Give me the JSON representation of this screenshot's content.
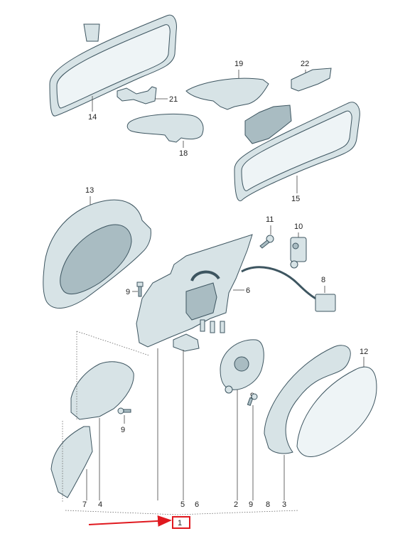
{
  "labels": {
    "p1": "1",
    "p2": "2",
    "p3": "3",
    "p4": "4",
    "p5": "5",
    "p6": "6",
    "p6b": "6",
    "p7": "7",
    "p8": "8",
    "p8b": "8",
    "p9a": "9",
    "p9b": "9",
    "p9c": "9",
    "p10": "10",
    "p11": "11",
    "p12": "12",
    "p13": "13",
    "p14": "14",
    "p15": "15",
    "p18": "18",
    "p19": "19",
    "p21": "21",
    "p22": "22"
  },
  "colors": {
    "highlight": "#e0191f",
    "line": "#3d5560",
    "fill": "#d7e3e6"
  }
}
